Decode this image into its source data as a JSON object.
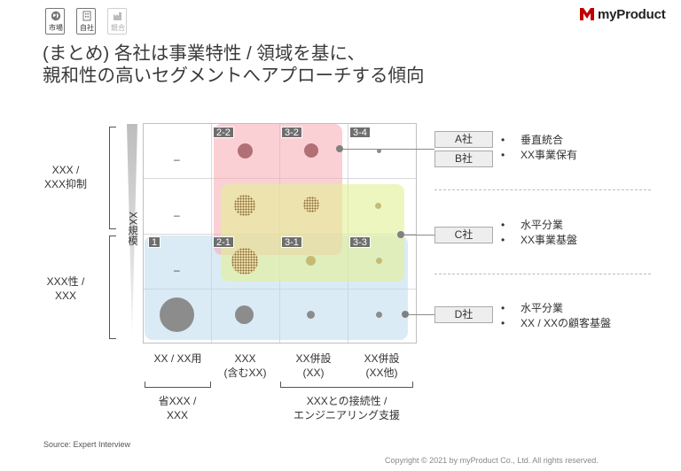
{
  "header": {
    "tabs": [
      {
        "label": "市場",
        "icon": "globe-icon",
        "active": true
      },
      {
        "label": "自社",
        "icon": "building-icon",
        "active": true
      },
      {
        "label": "競合",
        "icon": "factory-icon",
        "active": false
      }
    ],
    "brand": "myProduct",
    "brand_color": "#c00000"
  },
  "title": {
    "line1": "(まとめ) 各社は事業特性 / 領域を基に、",
    "line2": "親和性の高いセグメントへアプローチする傾向"
  },
  "matrix": {
    "y_axis_label": "XX規模",
    "row_groups": [
      {
        "label_line1": "XXX /",
        "label_line2": "XXX抑制"
      },
      {
        "label_line1": "XXX性 /",
        "label_line2": "XXX"
      }
    ],
    "columns": [
      {
        "line1": "XX / XX用",
        "line2": ""
      },
      {
        "line1": "XXX",
        "line2": "(含むXX)"
      },
      {
        "line1": "XX併設",
        "line2": "(XX)"
      },
      {
        "line1": "XX併設",
        "line2": "(XX他)"
      }
    ],
    "column_groups": [
      {
        "line1": "省XXX /",
        "line2": "XXX"
      },
      {
        "line1": "XXXとの接続性 /",
        "line2": "エンジニアリング支援"
      }
    ],
    "dash": "–",
    "badges": [
      "1",
      "2-1",
      "2-2",
      "3-1",
      "3-2",
      "3-3",
      "3-4"
    ],
    "region_colors": {
      "red": "#f7aab2",
      "yellow": "#e2f096",
      "blue": "#bedaec"
    }
  },
  "companies": [
    {
      "name": "A社",
      "points": [
        "垂直統合"
      ]
    },
    {
      "name": "B社",
      "points": [
        "XX事業保有"
      ]
    },
    {
      "name": "C社",
      "points": [
        "水平分業",
        "XX事業基盤"
      ]
    },
    {
      "name": "D社",
      "points": [
        "水平分業",
        "XX / XXの顧客基盤"
      ]
    }
  ],
  "bullet": "•",
  "footer": {
    "source": "Source: Expert Interview",
    "copyright": "Copyright © 2021 by myProduct Co., Ltd.  All rights reserved."
  }
}
